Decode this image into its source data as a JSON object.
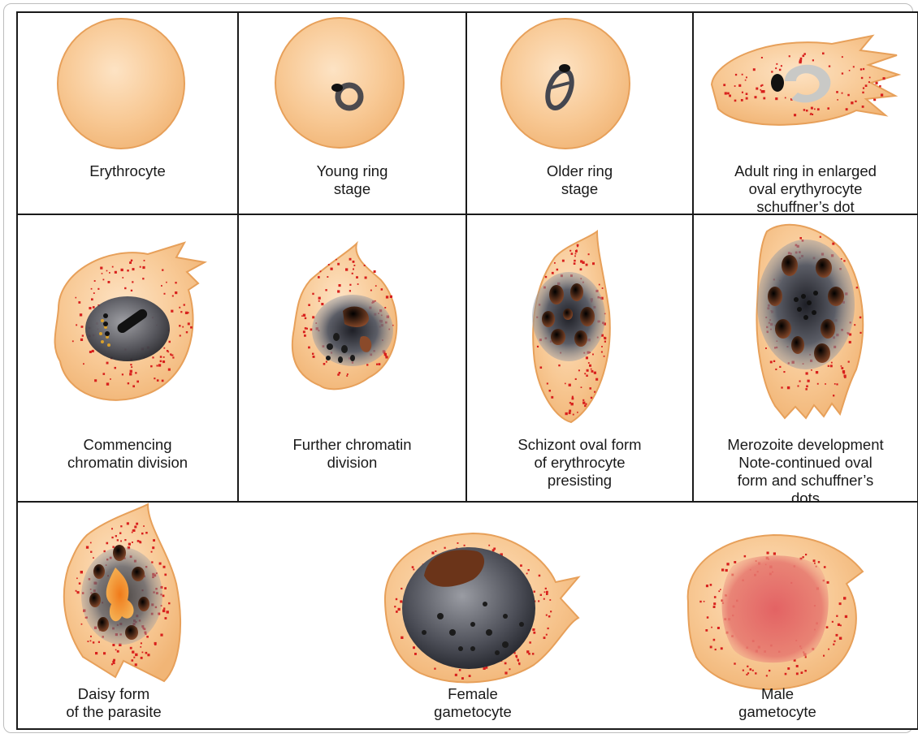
{
  "figure": {
    "cells": [
      {
        "id": "erythrocyte",
        "caption": "Erythrocyte"
      },
      {
        "id": "young-ring",
        "caption": "Young ring\nstage"
      },
      {
        "id": "older-ring",
        "caption": "Older ring\nstage"
      },
      {
        "id": "adult-ring",
        "caption": "Adult ring in enlarged\noval erythyrocyte\nschuffner’s dot"
      },
      {
        "id": "commencing-chromatin",
        "caption": "Commencing\nchromatin division"
      },
      {
        "id": "further-chromatin",
        "caption": "Further chromatin\ndivision"
      },
      {
        "id": "schizont",
        "caption": "Schizont oval form\nof  erythrocyte\npresisting"
      },
      {
        "id": "merozoite",
        "caption": "Merozoite development\nNote-continued oval\nform and schuffner’s\ndots"
      },
      {
        "id": "daisy",
        "caption": "Daisy form\nof the parasite"
      },
      {
        "id": "female-gametocyte",
        "caption": "Female\ngametocyte"
      },
      {
        "id": "male-gametocyte",
        "caption": "Male\ngametocyte"
      }
    ],
    "colors": {
      "cell_fill": "#f7c48e",
      "cell_outline": "#e08e35",
      "dots": "#d8201d",
      "parasite_dark": "#2b2d36",
      "parasite_grey": "#8a8c94",
      "chromatin": "#3a2a24",
      "female_chromatin": "#7a3d22",
      "male_red": "#d95454"
    }
  }
}
